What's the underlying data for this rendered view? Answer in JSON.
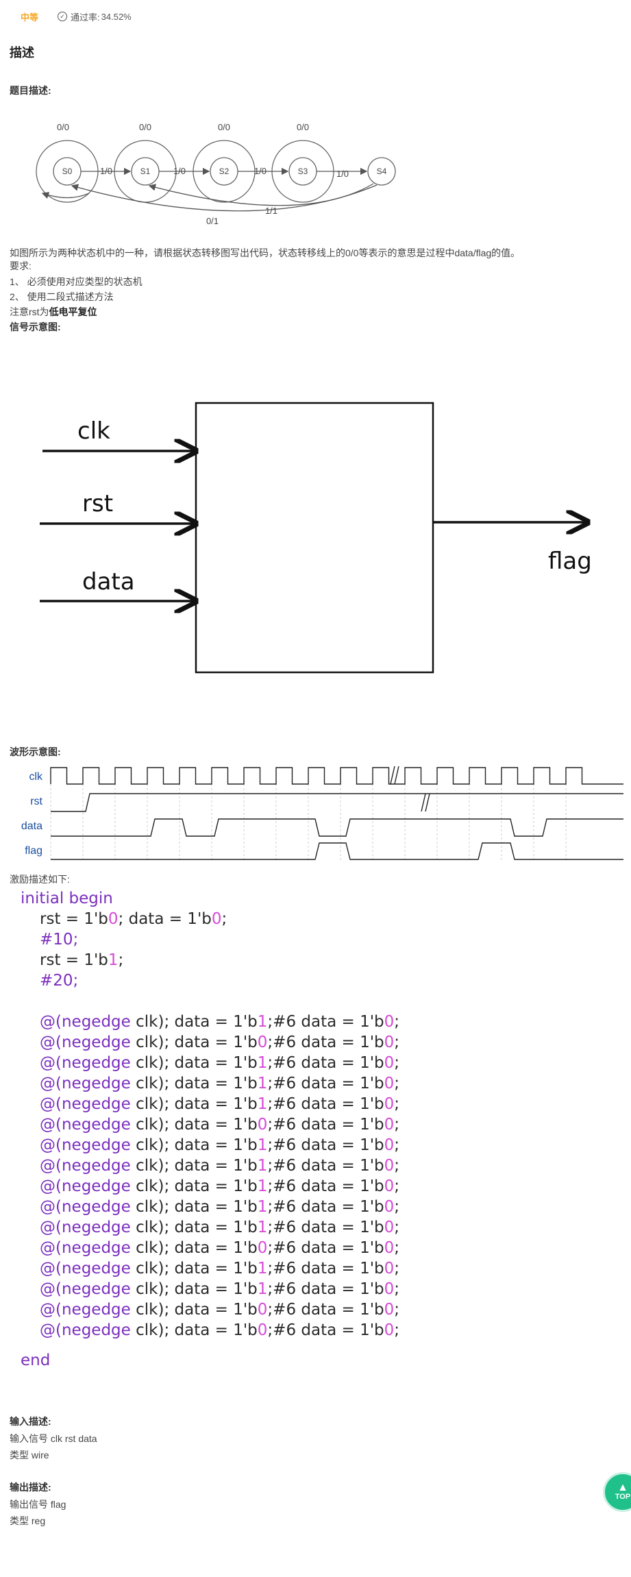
{
  "meta": {
    "difficulty": "中等",
    "pass_rate_label": "通过率:",
    "pass_rate_value": "34.52%"
  },
  "description": {
    "section_title": "描述",
    "problem_label": "题目描述:",
    "paragraph": "如图所示为两种状态机中的一种，请根据状态转移图写出代码，状态转移线上的0/0等表示的意思是过程中data/flag的值。",
    "requirements_label": "要求:",
    "req1": "1、 必须使用对应类型的状态机",
    "req2": "2、 使用二段式描述方法",
    "note_prefix": "注意rst为",
    "note_bold": "低电平复位",
    "signal_label": "信号示意图:",
    "wave_label": "波形示意图:",
    "stim_label": "激励描述如下:"
  },
  "fsm": {
    "states": [
      "S0",
      "S1",
      "S2",
      "S3",
      "S4"
    ],
    "self_loop_label": "0/0",
    "forward_label": "1/0",
    "back_label_1": "1/1",
    "back_label_2": "0/1"
  },
  "block": {
    "inputs": [
      "clk",
      "rst",
      "data"
    ],
    "output": "flag"
  },
  "waveform": {
    "signals": [
      "clk",
      "rst",
      "data",
      "flag"
    ],
    "signal_color": "#1a4fa0"
  },
  "code": {
    "begin": "initial begin",
    "rst0": "rst = 1'b",
    "rst0_v": "0",
    "rst0_mid": "; data = 1'b",
    "rst0_v2": "0",
    "rst0_end": ";",
    "delay1": "#10;",
    "rst1": "rst = 1'b",
    "rst1_v": "1",
    "rst1_end": ";",
    "delay2": "#20;",
    "neg_at": "@",
    "neg_kw": "(negedge",
    "neg_rest": " clk); data = 1'b",
    "neg_mid": ";#6 data = 1'b",
    "neg_v2": "0",
    "neg_end": ";",
    "data_values": [
      "1",
      "0",
      "1",
      "1",
      "1",
      "0",
      "1",
      "1",
      "1",
      "1",
      "1",
      "0",
      "1",
      "1",
      "0",
      "0"
    ],
    "end": "end"
  },
  "io": {
    "input_title": "输入描述:",
    "input_line1": "输入信号 clk rst data",
    "input_line2": "类型 wire",
    "output_title": "输出描述:",
    "output_line1": "输出信号  flag",
    "output_line2": "类型  reg"
  },
  "top_button": {
    "label": "TOP"
  }
}
